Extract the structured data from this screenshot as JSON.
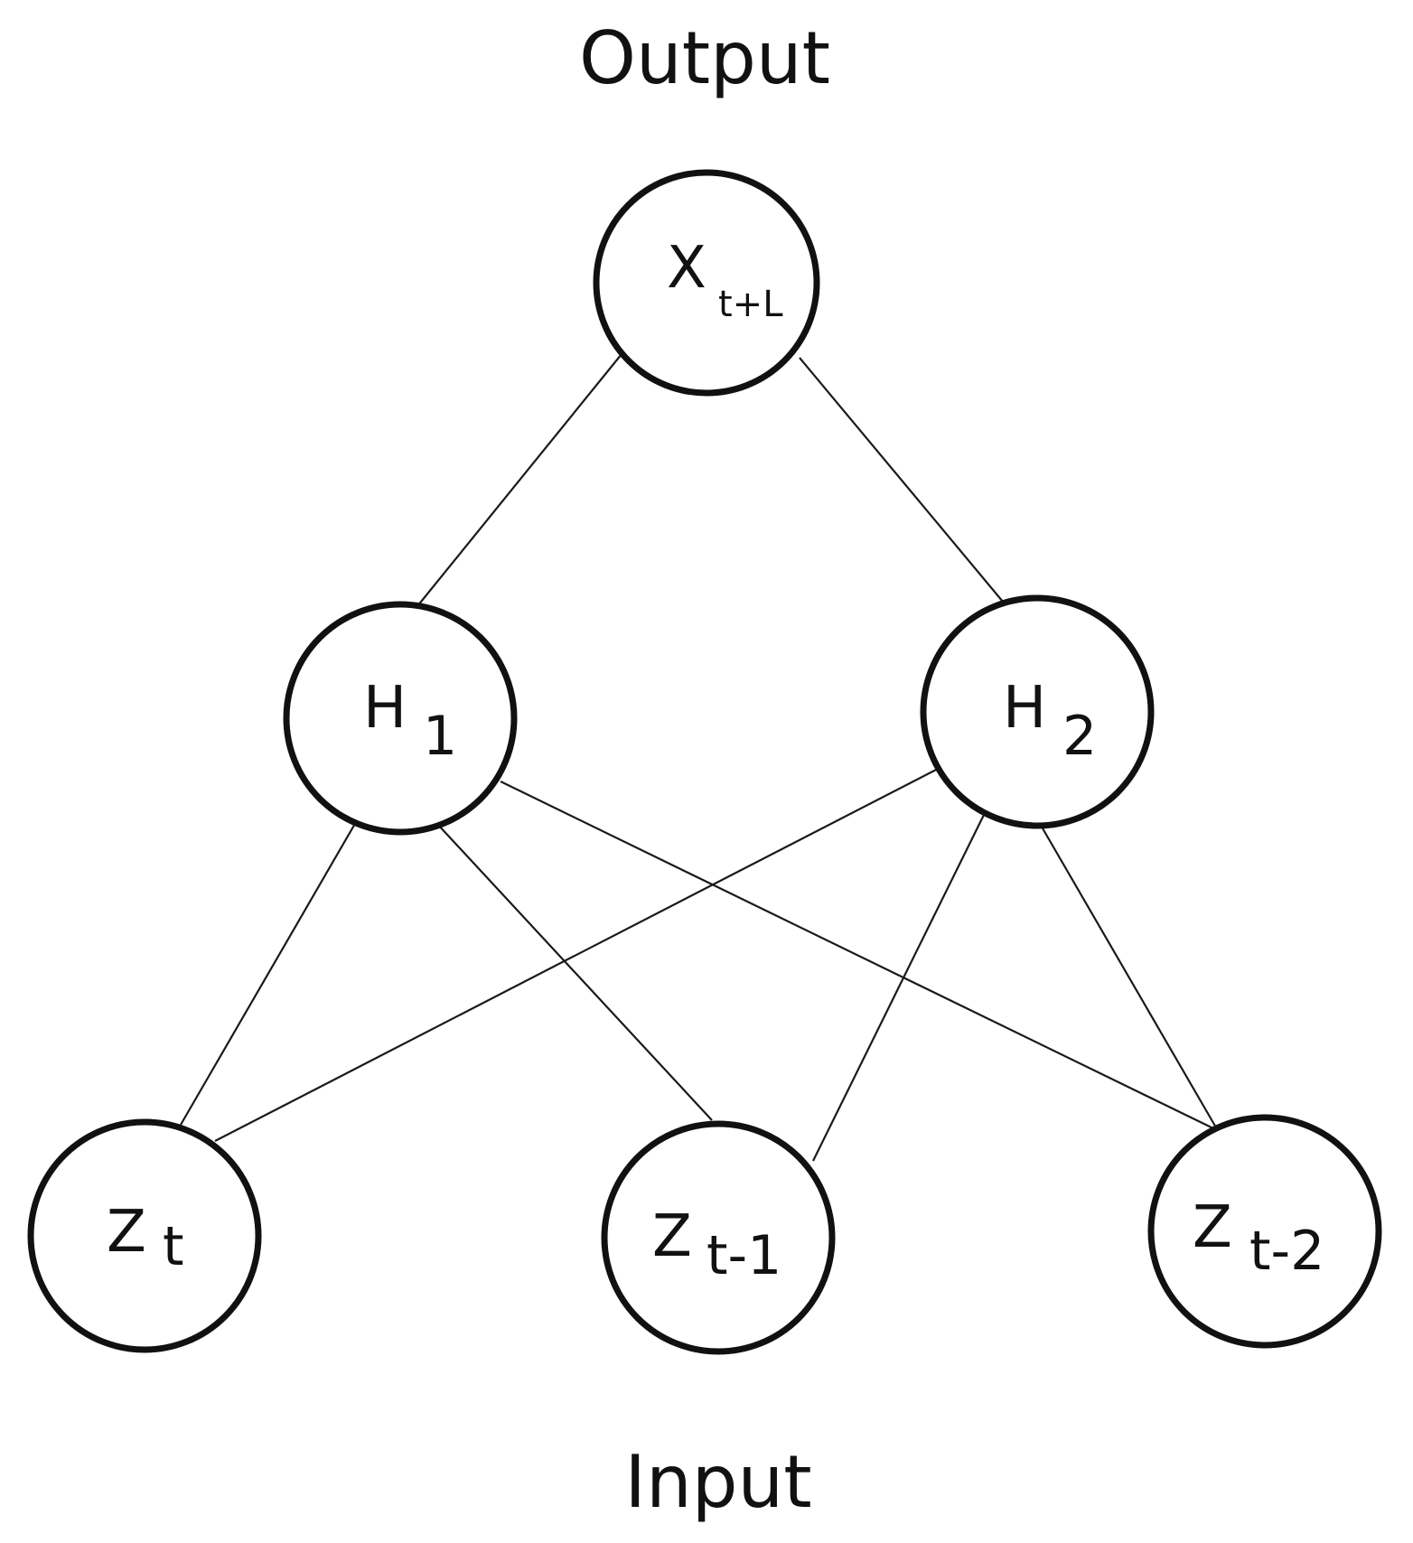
{
  "labels": {
    "top": "Output",
    "bottom": "Input"
  },
  "nodes": [
    {
      "id": "output",
      "main": "X",
      "sub": "t+L"
    },
    {
      "id": "hidden-1",
      "main": "H",
      "sub": "1"
    },
    {
      "id": "hidden-2",
      "main": "H",
      "sub": "2"
    },
    {
      "id": "input-zt",
      "main": "Z",
      "sub": "t"
    },
    {
      "id": "input-zt-1",
      "main": "Z",
      "sub": "t-1"
    },
    {
      "id": "input-zt-2",
      "main": "Z",
      "sub": "t-2"
    }
  ],
  "edges": [
    [
      "output",
      "hidden-1"
    ],
    [
      "output",
      "hidden-2"
    ],
    [
      "hidden-1",
      "input-zt"
    ],
    [
      "hidden-1",
      "input-zt-1"
    ],
    [
      "hidden-1",
      "input-zt-2"
    ],
    [
      "hidden-2",
      "input-zt"
    ],
    [
      "hidden-2",
      "input-zt-1"
    ],
    [
      "hidden-2",
      "input-zt-2"
    ]
  ],
  "colors": {
    "stroke": "#111111",
    "fill": "#ffffff"
  }
}
